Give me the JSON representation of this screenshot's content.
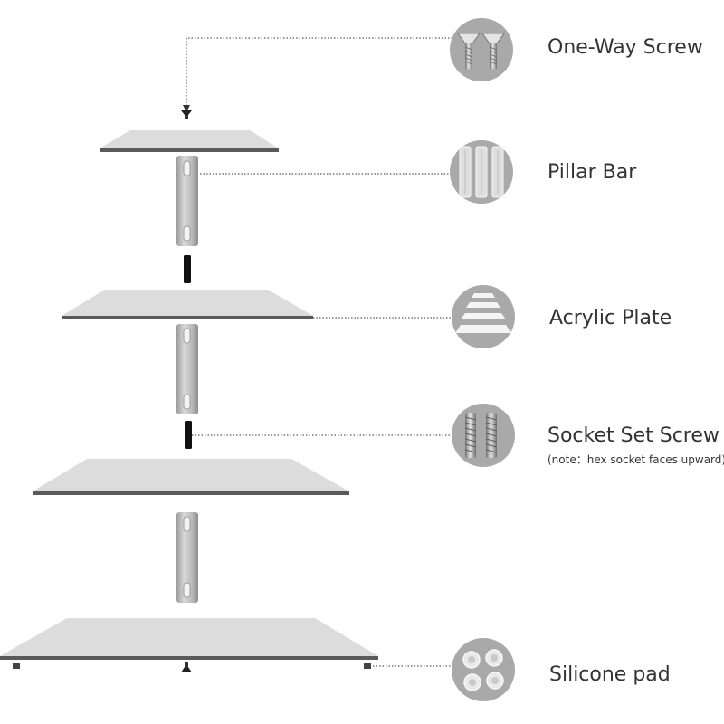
{
  "parts": [
    {
      "id": "one-way-screw",
      "label": "One-Way Screw",
      "icon": "screws-pair-icon"
    },
    {
      "id": "pillar-bar",
      "label": "Pillar Bar",
      "icon": "pillar-bars-icon"
    },
    {
      "id": "acrylic-plate",
      "label": "Acrylic Plate",
      "icon": "stacked-plates-icon"
    },
    {
      "id": "socket-set-screw",
      "label": "Socket Set Screw",
      "note": "(note：hex socket faces upward)",
      "icon": "set-screws-icon"
    },
    {
      "id": "silicone-pad",
      "label": "Silicone pad",
      "icon": "silicone-pads-icon"
    }
  ],
  "colors": {
    "circle": "#a9a9a9",
    "plate_top": "#dcdcdc",
    "plate_edge": "#555555",
    "pillar": "#b8b8b8",
    "leader": "#333333",
    "text": "#333333"
  }
}
